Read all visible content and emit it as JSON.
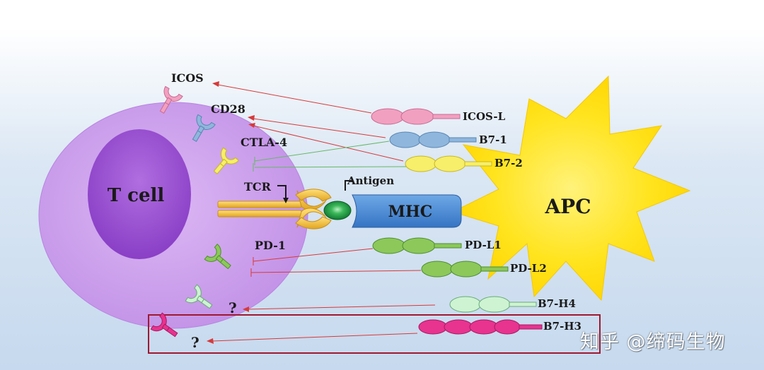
{
  "cells": {
    "t_cell_label": "T cell",
    "apc_label": "APC",
    "mhc_label": "MHC"
  },
  "receptors": {
    "icos": "ICOS",
    "cd28": "CD28",
    "ctla4": "CTLA-4",
    "tcr": "TCR",
    "pd1": "PD-1",
    "unknown_b7h4": "?",
    "unknown_b7h3": "?"
  },
  "ligands": {
    "icosl": "ICOS-L",
    "b71": "B7-1",
    "b72": "B7-2",
    "antigen": "Antigen",
    "pdl1": "PD-L1",
    "pdl2": "PD-L2",
    "b7h4": "B7-H4",
    "b7h3": "B7-H3"
  },
  "colors": {
    "t_cell": "#c99ae8",
    "nucleus": "#9a4fd0",
    "apc": "#ffe21a",
    "icos": "#f2a0c0",
    "cd28": "#8fb6dc",
    "ctla4": "#f7ee6a",
    "pd": "#8cc85a",
    "b7h4": "#cdf3d2",
    "b7h3": "#e8338f",
    "mhc": "#4d8ed2",
    "tcr": "#f2c232",
    "antigen": "#1c9a40",
    "activation_arrow": "#d63a3a",
    "inhibition_line": "#66b866",
    "highlight_box": "#a01830"
  },
  "watermark": "知乎 @缔码生物"
}
